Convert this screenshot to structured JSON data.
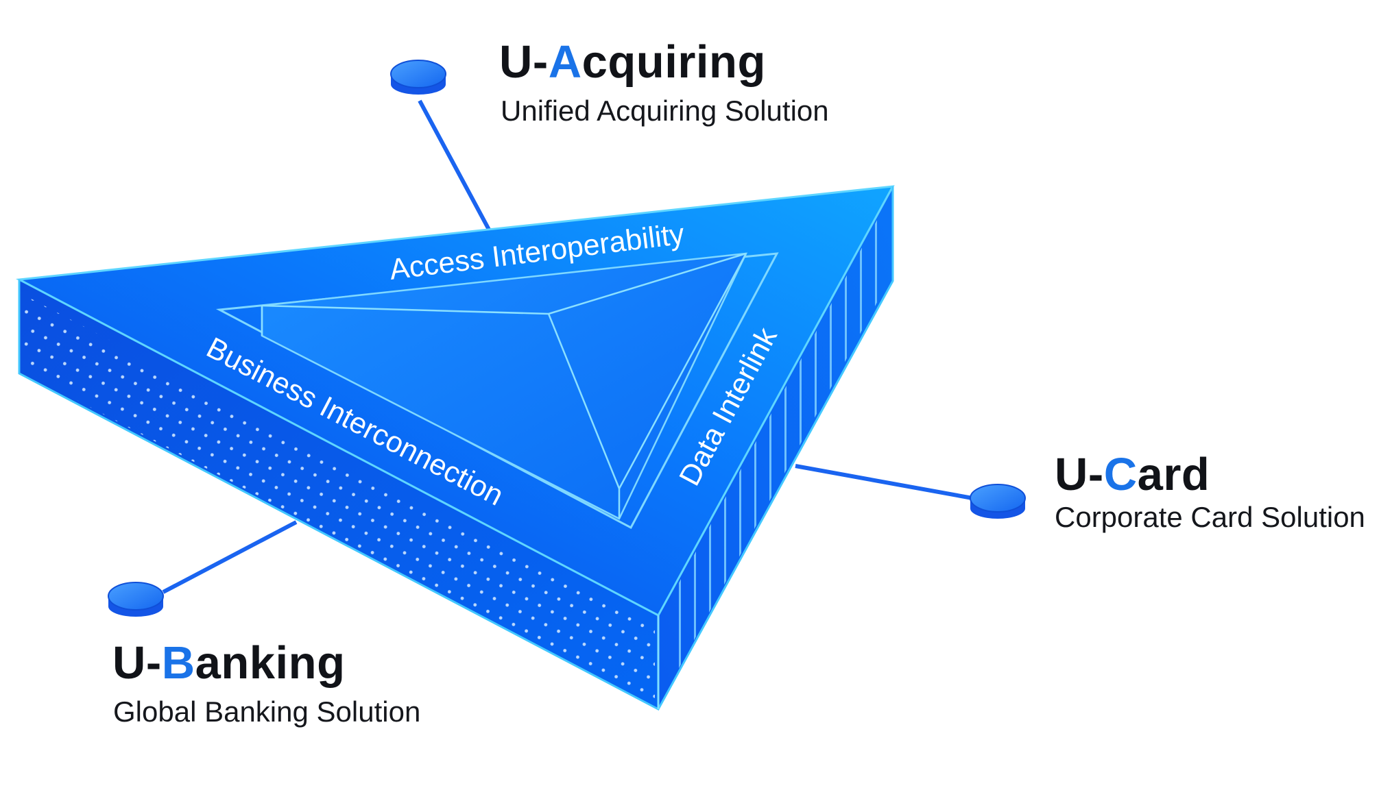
{
  "products": [
    {
      "id": "acquiring",
      "prefix": "U-",
      "letter": "A",
      "rest": "cquiring",
      "description": "Unified Acquiring Solution"
    },
    {
      "id": "card",
      "prefix": "U-",
      "letter": "C",
      "rest": "ard",
      "description": "Corporate Card Solution"
    },
    {
      "id": "banking",
      "prefix": "U-",
      "letter": "B",
      "rest": "anking",
      "description": "Global Banking Solution"
    }
  ],
  "triangle": {
    "labels": {
      "top": "Access Interoperability",
      "right": "Data Interlink",
      "left": "Business Interconnection"
    }
  },
  "colors": {
    "accent": "#1a73e8",
    "title": "#111318",
    "prism_top": "#0a6cf5",
    "prism_dark": "#0747d8",
    "edge_glow": "#56d4ff"
  }
}
